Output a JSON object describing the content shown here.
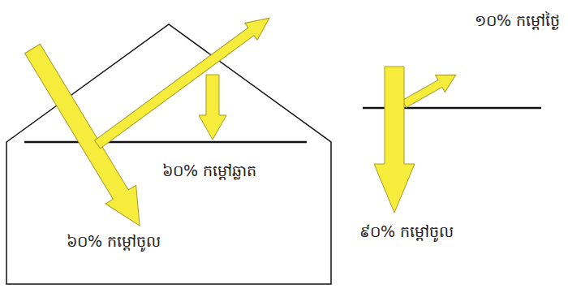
{
  "diagram": {
    "labels": [
      "១០% កម្តៅថ្ងៃ",
      "៦០% កម្តៅឆ្លាត",
      "៦០% កម្តៅចូល",
      "៩០% កម្តៅចូល"
    ]
  }
}
